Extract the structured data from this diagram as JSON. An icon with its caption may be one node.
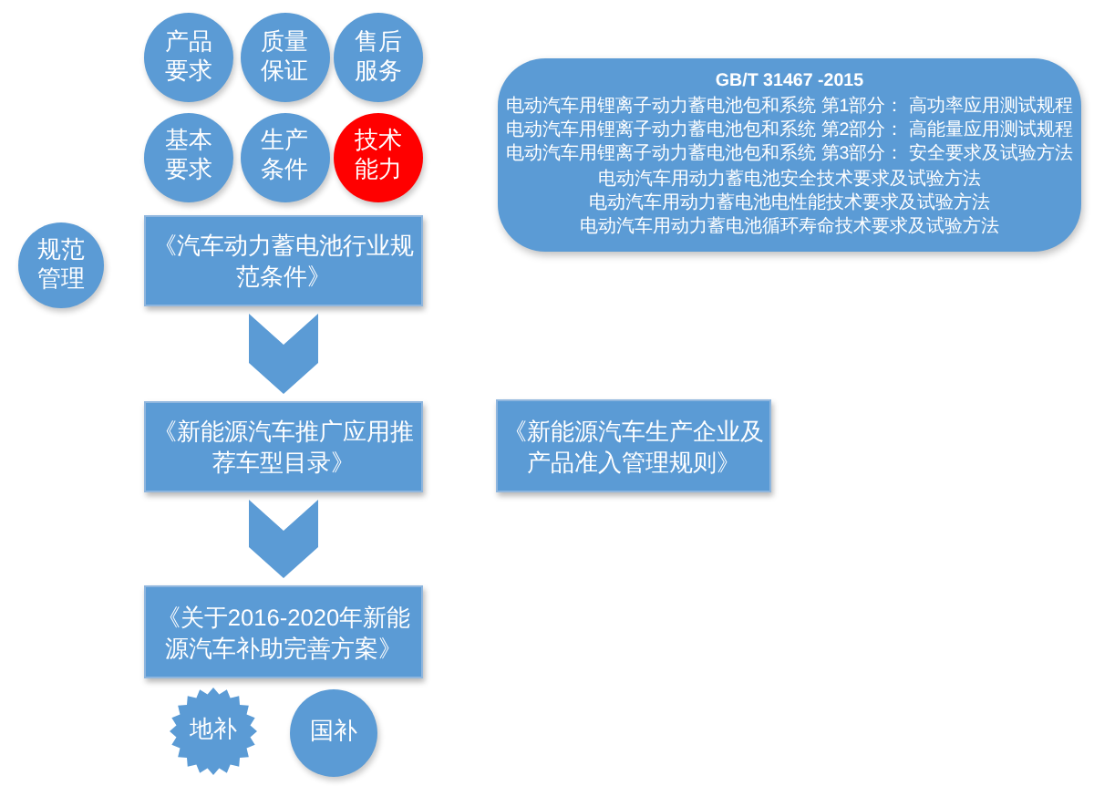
{
  "diagram": {
    "nodes": [
      {
        "text": [
          "产品要求"
        ]
      },
      {
        "text": [
          "质量保证"
        ]
      },
      {
        "text": [
          "售后服务"
        ]
      },
      {
        "text": [
          "基本要求"
        ]
      },
      {
        "text": [
          "生产条件"
        ]
      },
      {
        "text": [
          "技术能力"
        ]
      },
      {
        "text": [
          "GB/T 31467 -2015",
          "电动汽车用锂离子动力蓄电池包和系统 第1部分： 高功率应用测试规程",
          "电动汽车用锂离子动力蓄电池包和系统 第2部分： 高能量应用测试规程",
          "电动汽车用锂离子动力蓄电池包和系统 第3部分： 安全要求及试验方法",
          "电动汽车用动力蓄电池安全技术要求及试验方法",
          "电动汽车用动力蓄电池电性能技术要求及试验方法",
          "电动汽车用动力蓄电池循环寿命技术要求及试验方法"
        ]
      },
      {
        "text": [
          "规范管理"
        ]
      },
      {
        "text": [
          "《汽车动力蓄电池行业规范条件》"
        ]
      },
      {
        "text": [
          "《新能源汽车推广应用推荐车型目录》"
        ]
      },
      {
        "text": [
          "《新能源汽车生产企业及产品准入管理规则》"
        ]
      },
      {
        "text": [
          "《关于2016-2020年新能源汽车补助完善方案》"
        ]
      },
      {
        "text": [
          "地补"
        ]
      },
      {
        "text": [
          "国补"
        ]
      }
    ],
    "edges": [
      {
        "from": 8,
        "to": 9,
        "arrow": "to"
      },
      {
        "from": 9,
        "to": 11,
        "arrow": "to"
      }
    ]
  }
}
